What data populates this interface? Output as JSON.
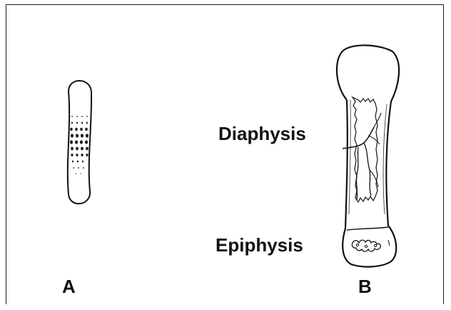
{
  "figure": {
    "panel_a_label": "A",
    "panel_b_label": "B",
    "diaphysis_label": "Diaphysis",
    "epiphysis_label": "Epiphysis"
  },
  "colors": {
    "ink": "#111111",
    "background": "#ffffff"
  }
}
